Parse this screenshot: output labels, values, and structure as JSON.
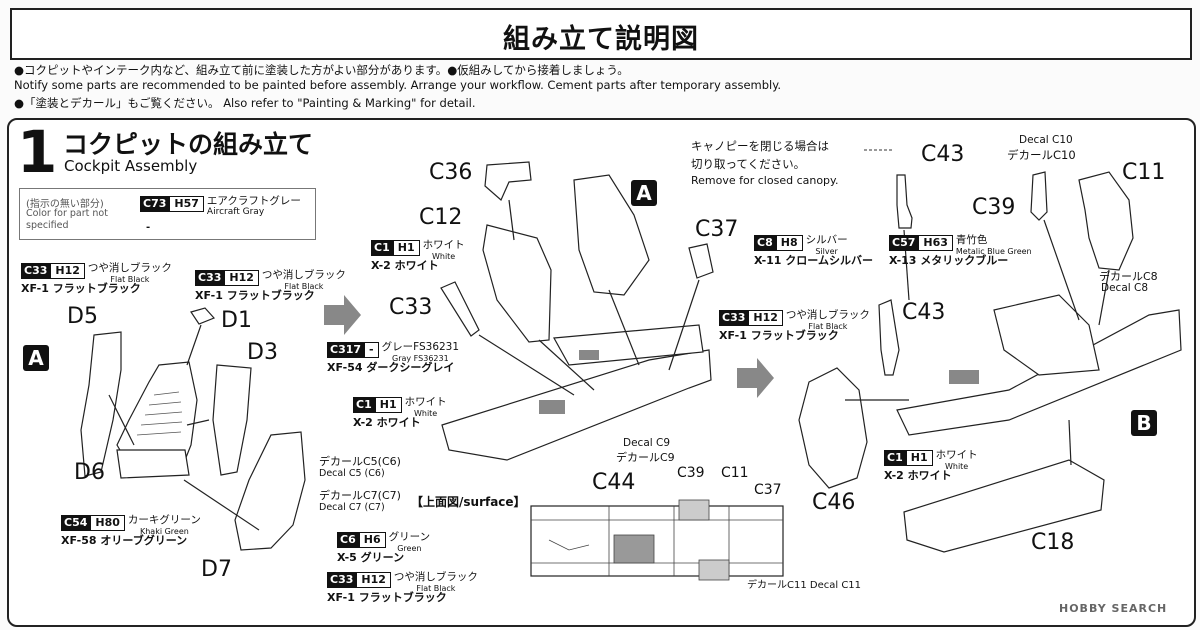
{
  "header": {
    "title": "組み立て説明図",
    "intro_jp": "●コクピットやインテーク内など、組み立て前に塗装した方がよい部分があります。●仮組みしてから接着しましょう。",
    "intro_en": "Notify some parts are recommended to be painted before assembly. Arrange your workflow.   Cement parts after temporary assembly.",
    "intro_ref": "●「塗装とデカール」もご覧ください。 Also refer to \"Painting & Marking\" for detail."
  },
  "step": {
    "number": "1",
    "title_jp": "コクピットの組み立て",
    "title_en": "Cockpit Assembly"
  },
  "legend": {
    "line1": "(指示の無い部分)",
    "line2": "Color for part not",
    "line3": "specified",
    "code": "C73",
    "hcode": "H57",
    "name_jp": "エアクラフトグレー",
    "name_en": "Aircraft Gray",
    "dash": "-"
  },
  "paints": {
    "c33_left": {
      "c": "C33",
      "h": "H12",
      "jp": "つや消しブラック",
      "en": "Flat Black",
      "xf": "XF-1 フラットブラック"
    },
    "c33_mid": {
      "c": "C33",
      "h": "H12",
      "jp": "つや消しブラック",
      "en": "Flat Black",
      "xf": "XF-1 フラットブラック"
    },
    "c1_top": {
      "c": "C1",
      "h": "H1",
      "jp": "ホワイト",
      "en": "White",
      "xf": "X-2 ホワイト"
    },
    "c317": {
      "c": "C317",
      "h": "-",
      "jp": "グレーFS36231",
      "en": "Gray FS36231",
      "xf": "XF-54 ダークシーグレイ"
    },
    "c1_mid": {
      "c": "C1",
      "h": "H1",
      "jp": "ホワイト",
      "en": "White",
      "xf": "X-2 ホワイト"
    },
    "c8": {
      "c": "C8",
      "h": "H8",
      "jp": "シルバー",
      "en": "Silver",
      "xf": "X-11 クロームシルバー"
    },
    "c57": {
      "c": "C57",
      "h": "H63",
      "jp": "青竹色",
      "en": "Metalic Blue Green",
      "xf": "X-13 メタリックブルー"
    },
    "c33_right": {
      "c": "C33",
      "h": "H12",
      "jp": "つや消しブラック",
      "en": "Flat Black",
      "xf": "XF-1 フラットブラック"
    },
    "c1_right": {
      "c": "C1",
      "h": "H1",
      "jp": "ホワイト",
      "en": "White",
      "xf": "X-2 ホワイト"
    },
    "c54": {
      "c": "C54",
      "h": "H80",
      "jp": "カーキグリーン",
      "en": "Khaki Green",
      "xf": "XF-58 オリーブグリーン"
    },
    "c6": {
      "c": "C6",
      "h": "H6",
      "jp": "グリーン",
      "en": "Green",
      "xf": "X-5 グリーン"
    },
    "c33_bottom": {
      "c": "C33",
      "h": "H12",
      "jp": "つや消しブラック",
      "en": "Flat Black",
      "xf": "XF-1 フラットブラック"
    }
  },
  "parts": {
    "D5": "D5",
    "D1": "D1",
    "D3": "D3",
    "D6": "D6",
    "D7": "D7",
    "C36": "C36",
    "C12": "C12",
    "C33": "C33",
    "C37": "C37",
    "C43a": "C43",
    "C43b": "C43",
    "C39": "C39",
    "C11": "C11",
    "C46": "C46",
    "C18": "C18",
    "C44": "C44",
    "C39s": "C39",
    "C11s": "C11",
    "C37s": "C37"
  },
  "markers": {
    "A1": "A",
    "A2": "A",
    "B": "B"
  },
  "notes": {
    "canopy_jp1": "キャノピーを閉じる場合は",
    "canopy_jp2": "切り取ってください。",
    "canopy_en": "Remove for closed canopy.",
    "decal_c10_en": "Decal C10",
    "decal_c10_jp": "デカールC10",
    "decal_c8_jp": "デカールC8",
    "decal_c8_en": "Decal C8",
    "decal_c5_jp": "デカールC5(C6)",
    "decal_c5_en": "Decal C5 (C6)",
    "decal_c7_jp": "デカールC7(C7)",
    "decal_c7_en": "Decal C7 (C7)",
    "surface": "【上面図/surface】",
    "decal_c9_en": "Decal C9",
    "decal_c9_jp": "デカールC9",
    "decal_c11": "デカールC11  Decal C11"
  },
  "watermark": "HOBBY SEARCH"
}
